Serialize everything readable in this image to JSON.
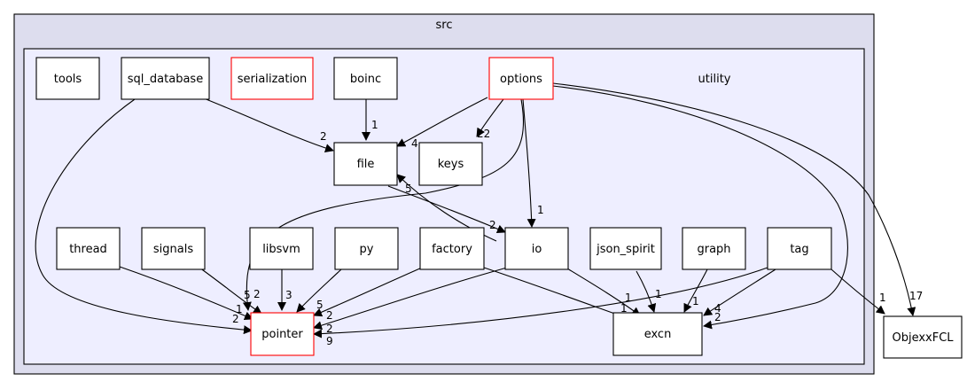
{
  "clusters": {
    "src": {
      "label": "src"
    },
    "utility": {
      "label": "utility"
    }
  },
  "nodes": {
    "tools": "tools",
    "sql_database": "sql_database",
    "serialization": "serialization",
    "boinc": "boinc",
    "options": "options",
    "file": "file",
    "keys": "keys",
    "thread": "thread",
    "signals": "signals",
    "libsvm": "libsvm",
    "py": "py",
    "factory": "factory",
    "io": "io",
    "json_spirit": "json_spirit",
    "graph": "graph",
    "tag": "tag",
    "pointer": "pointer",
    "excn": "excn",
    "ObjexxFCL": "ObjexxFCL"
  },
  "edge_labels": {
    "sql_to_file": "2",
    "sql_to_pointer": "2",
    "boinc_to_file": "1",
    "options_to_file": "4",
    "options_to_keys": "22",
    "options_to_io": "1",
    "options_to_pointer": "2",
    "options_to_excn": "2",
    "options_to_objexx": "17",
    "file_to_io": "2",
    "io_to_file": "5",
    "thread_to_pointer": "1",
    "signals_to_pointer": "5",
    "libsvm_to_pointer": "3",
    "py_to_pointer": "5",
    "factory_to_pointer": "2",
    "factory_to_excn": "1",
    "io_to_pointer": "2",
    "io_to_excn": "1",
    "json_to_excn": "1",
    "graph_to_excn": "1",
    "tag_to_excn": "4",
    "tag_to_pointer": "9",
    "tag_to_objexx": "1"
  },
  "colors": {
    "src_fill": "#ddddee",
    "utility_fill": "#eeeeff",
    "highlight_border": "#ff0000"
  }
}
